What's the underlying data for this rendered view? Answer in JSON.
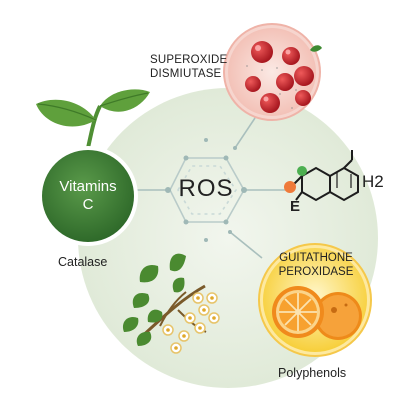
{
  "center": {
    "label": "ROS"
  },
  "nodes": {
    "vitamin_c": {
      "label": "Vitamins C",
      "color": "#3d7a35"
    },
    "superoxide": {
      "label_line1": "SUPEROXIDE",
      "label_line2": "DISMIUTASE",
      "color": "#e8a8a0"
    },
    "glutathione": {
      "label_line1": "GUITATHONE",
      "label_line2": "PEROXIDASE",
      "color": "#f5c02a"
    },
    "molecule": {
      "label_e": "E",
      "label_h2": "H2"
    },
    "catalase": {
      "label": "Catalase"
    },
    "polyphenols": {
      "label": "Polyphenols"
    }
  },
  "colors": {
    "background_circle": "#e6efe0",
    "connector": "#9fb8b6",
    "leaf": "#5c9a3a",
    "orange": "#f08a1c",
    "berry": "#c8262e"
  },
  "icons": [
    "leaf-icon",
    "berries-icon",
    "molecule-icon",
    "orange-slices-icon",
    "flowering-branch-icon"
  ]
}
